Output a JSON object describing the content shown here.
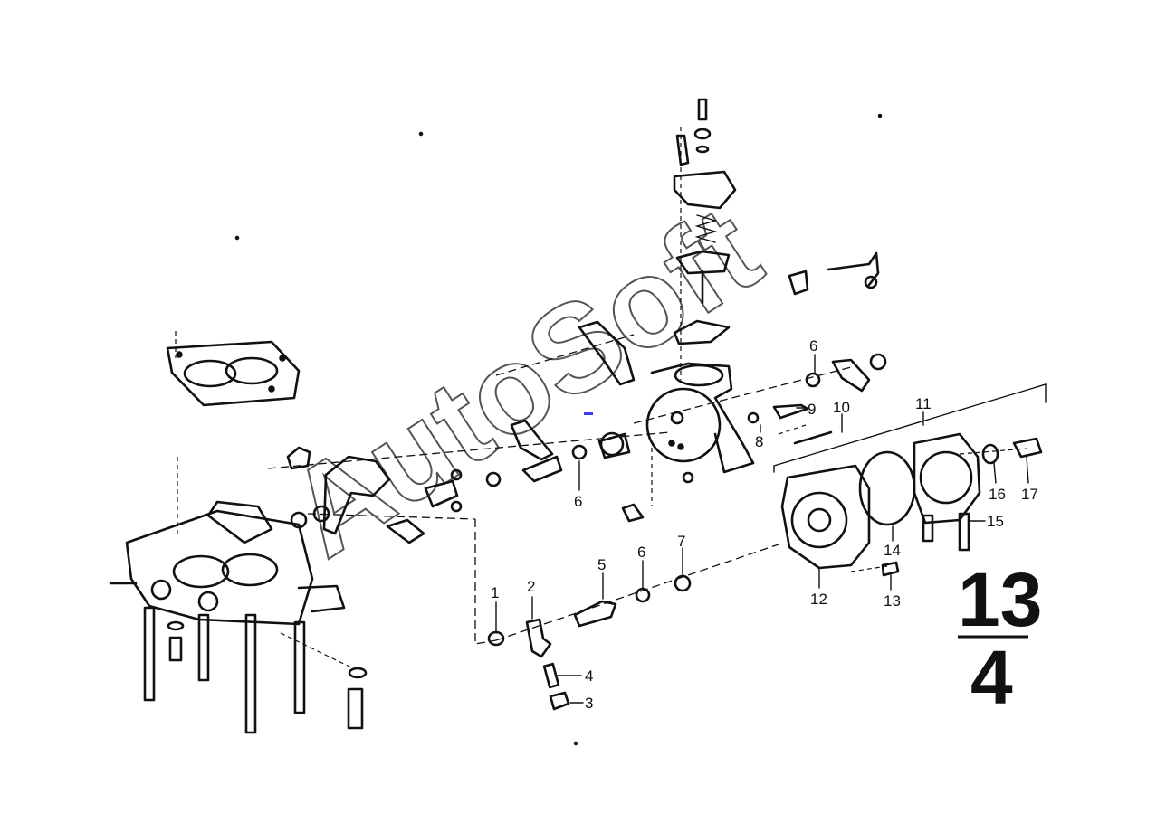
{
  "callouts": [
    {
      "id": "c1",
      "text": "1"
    },
    {
      "id": "c2",
      "text": "2"
    },
    {
      "id": "c3",
      "text": "3"
    },
    {
      "id": "c4",
      "text": "4"
    },
    {
      "id": "c5",
      "text": "5"
    },
    {
      "id": "c6a",
      "text": "6"
    },
    {
      "id": "c6b",
      "text": "6"
    },
    {
      "id": "c6c",
      "text": "6"
    },
    {
      "id": "c7",
      "text": "7"
    },
    {
      "id": "c8",
      "text": "8"
    },
    {
      "id": "c9",
      "text": "9"
    },
    {
      "id": "c10",
      "text": "10"
    },
    {
      "id": "c11",
      "text": "11"
    },
    {
      "id": "c12",
      "text": "12"
    },
    {
      "id": "c13",
      "text": "13"
    },
    {
      "id": "c14",
      "text": "14"
    },
    {
      "id": "c15",
      "text": "15"
    },
    {
      "id": "c16",
      "text": "16"
    },
    {
      "id": "c17",
      "text": "17"
    }
  ],
  "group_number": {
    "top": "13",
    "bottom": "4"
  },
  "watermark": "AutoSoft"
}
